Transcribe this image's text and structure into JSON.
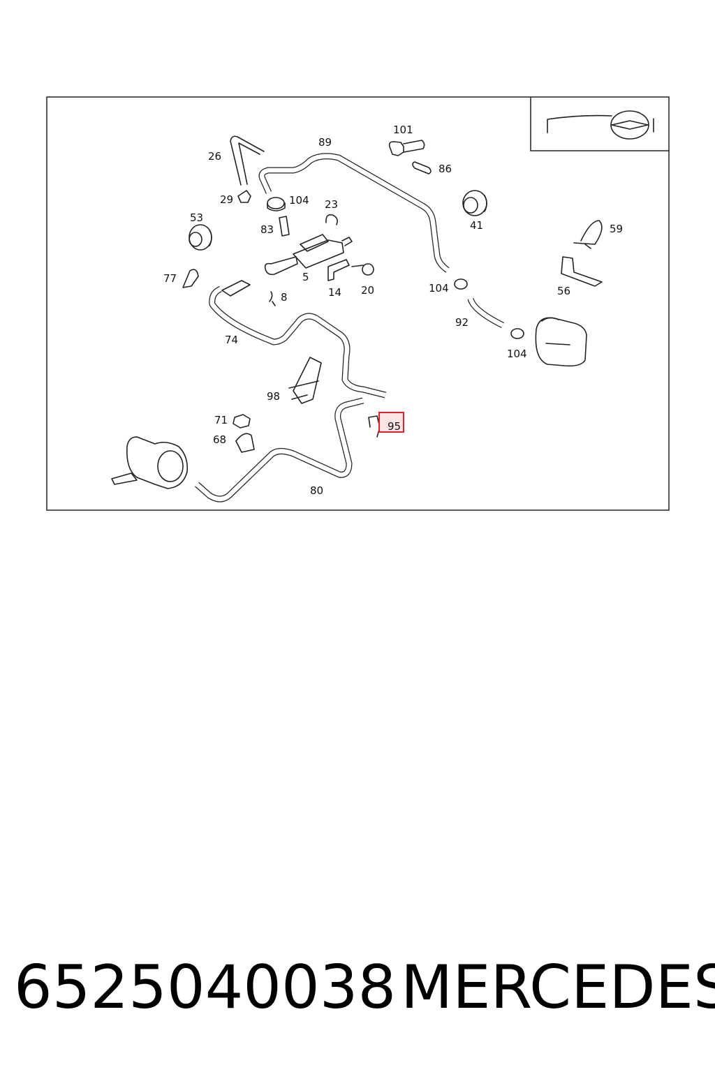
{
  "diagram": {
    "labels": {
      "l101": "101",
      "l89": "89",
      "l26": "26",
      "l86": "86",
      "l29": "29",
      "l104a": "104",
      "l23": "23",
      "l53": "53",
      "l41": "41",
      "l83": "83",
      "l59": "59",
      "l77": "77",
      "l5": "5",
      "l14": "14",
      "l20": "20",
      "l104b": "104",
      "l56": "56",
      "l8": "8",
      "l92": "92",
      "l74": "74",
      "l104c": "104",
      "l98": "98",
      "l71": "71",
      "l95": "95",
      "l68": "68",
      "l80": "80"
    },
    "highlighted_part": "95"
  },
  "footer": {
    "part_number": "6525040038",
    "brand": "MERCEDES"
  },
  "colors": {
    "highlight_border": "#e0202a",
    "highlight_fill": "#fce4e4",
    "line": "#222222"
  }
}
